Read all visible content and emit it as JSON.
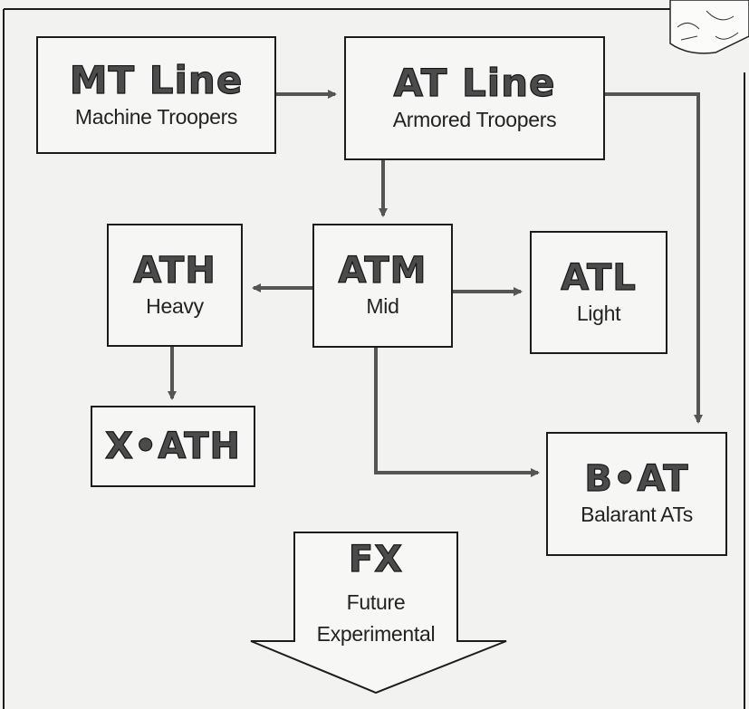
{
  "colors": {
    "line": "#555555",
    "border": "#1c1c1c",
    "background": "#f2f2f0",
    "code_fill": "#4b4b4b"
  },
  "nodes": {
    "mt": {
      "code": "MT Line",
      "label": "Machine Troopers"
    },
    "at": {
      "code": "AT Line",
      "label": "Armored Troopers"
    },
    "ath": {
      "code": "ATH",
      "label": "Heavy"
    },
    "atm": {
      "code": "ATM",
      "label": "Mid"
    },
    "atl": {
      "code": "ATL",
      "label": "Light"
    },
    "xath": {
      "code": "X•ATH"
    },
    "bat": {
      "code": "B•AT",
      "label": "Balarant ATs"
    },
    "fx": {
      "code": "FX",
      "label_line1": "Future",
      "label_line2": "Experimental"
    }
  },
  "edges": [
    {
      "from": "MT Line",
      "to": "AT Line"
    },
    {
      "from": "AT Line",
      "to": "ATM"
    },
    {
      "from": "AT Line",
      "to": "B•AT"
    },
    {
      "from": "ATM",
      "to": "ATH"
    },
    {
      "from": "ATM",
      "to": "ATL"
    },
    {
      "from": "ATM",
      "to": "B•AT"
    },
    {
      "from": "ATH",
      "to": "X•ATH"
    }
  ],
  "corner_image": {
    "description_icon": "sketch-corner-icon"
  }
}
